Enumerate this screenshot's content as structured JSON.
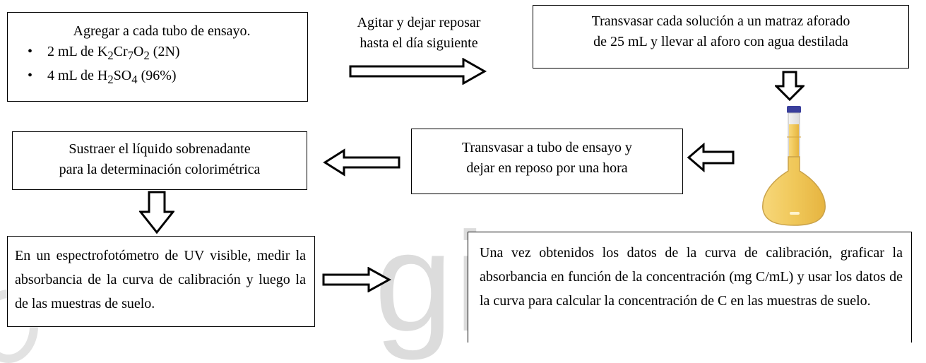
{
  "step1": {
    "title": "Agregar a cada tubo de ensayo.",
    "items": [
      {
        "prefix": "2 mL de K",
        "s1": "2",
        "m1": "Cr",
        "s2": "7",
        "m2": "O",
        "s3": "2",
        "suffix": " (2N)"
      },
      {
        "prefix": "4 mL de H",
        "s1": "2",
        "m1": "SO",
        "s2": "4",
        "suffix": " (96%)"
      }
    ]
  },
  "step2": {
    "lines": [
      "Agitar y dejar reposar",
      "hasta el día siguiente"
    ]
  },
  "step3": {
    "lines": [
      "Transvasar cada solución a un matraz aforado",
      "de 25 mL y llevar al aforo con agua destilada"
    ]
  },
  "step4": {
    "lines": [
      "Transvasar a tubo de ensayo y",
      "dejar en reposo por una hora"
    ]
  },
  "step5": {
    "lines": [
      "Sustraer el líquido sobrenadante",
      "para la determinación colorimétrica"
    ]
  },
  "step6": {
    "text": "En un espectrofotómetro de UV visible, medir la absorbancia de la curva de calibración y luego la de las muestras de suelo."
  },
  "step7": {
    "text": "Una vez obtenidos los datos de la curva de calibración, graficar la absorbancia en función de la concentración (mg C/mL) y usar los datos de la curva para calcular la concentración de C en las muestras de suelo."
  },
  "watermark": {
    "text": "gi"
  },
  "colors": {
    "flask_liquid": "#f0c85a",
    "flask_cap": "#3a3f9c"
  }
}
